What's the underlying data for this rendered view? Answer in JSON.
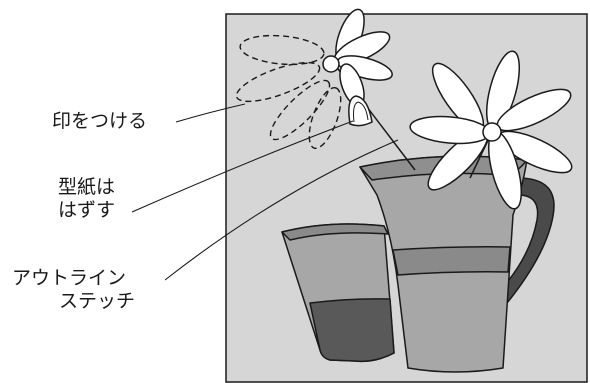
{
  "labels": {
    "mark": "印をつける",
    "remove_pattern": {
      "line1": "型紙は",
      "line2": "はずす"
    },
    "outline_stitch": {
      "line1": "アウトライン",
      "line2": "ステッチ"
    }
  },
  "colors": {
    "panel_bg": "#d6d6d6",
    "pitcher_light": "#a7a7a7",
    "pitcher_band": "#8a8a8a",
    "pitcher_dark": "#595959",
    "handle": "#4a4a4a",
    "flower_petal": "#ffffff",
    "outline": "#1a1a1a"
  }
}
